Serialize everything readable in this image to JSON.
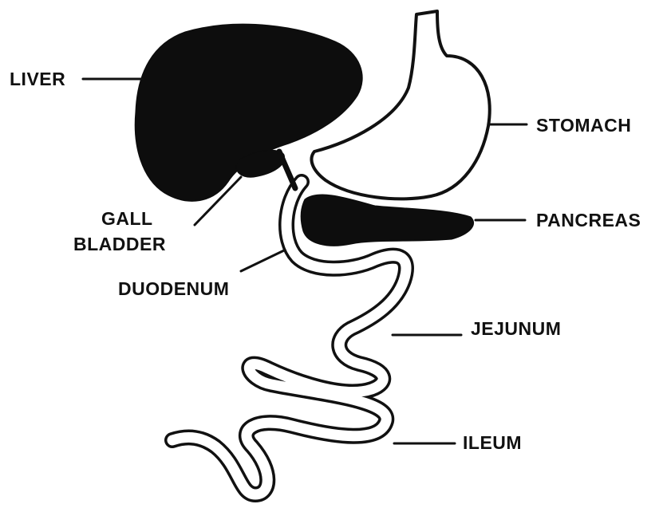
{
  "diagram": {
    "labels": {
      "liver": "LIVER",
      "gall_bladder_line1": "GALL",
      "gall_bladder_line2": "BLADDER",
      "duodenum": "DUODENUM",
      "stomach": "STOMACH",
      "pancreas": "PANCREAS",
      "jejunum": "JEJUNUM",
      "ileum": "ILEUM"
    },
    "colors": {
      "ink": "#111111",
      "organ_fill": "#0d0d0d",
      "background": "#ffffff"
    }
  }
}
